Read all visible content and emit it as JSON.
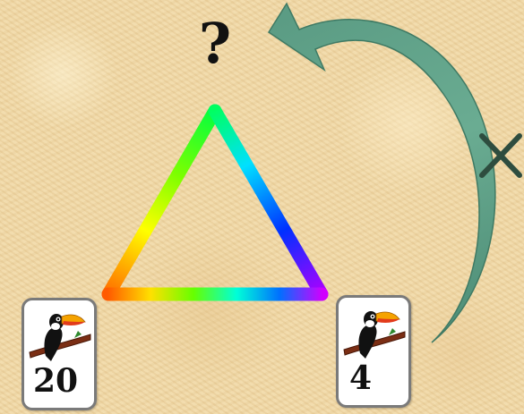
{
  "puzzle": {
    "unknown_label": "?",
    "operation": "multiply",
    "cards": [
      {
        "label": "20",
        "icon": "toucan-icon",
        "position": "bottom-left"
      },
      {
        "label": "4",
        "icon": "toucan-icon",
        "position": "bottom-right"
      }
    ]
  },
  "colors": {
    "background": "#efd8a6",
    "arrow": "#5e9f86",
    "multiply_sign": "#2e4d3f",
    "triangle": "rainbow"
  }
}
